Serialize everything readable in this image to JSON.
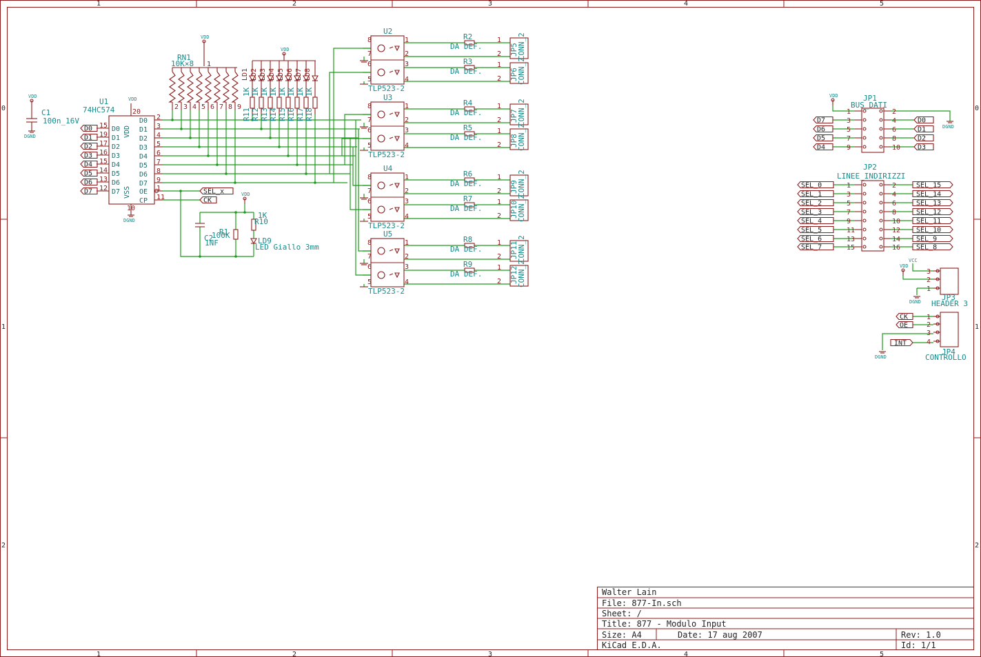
{
  "frame": {
    "cols": [
      "1",
      "2",
      "3",
      "4",
      "5"
    ],
    "rows": [
      "0",
      "1",
      "2"
    ]
  },
  "u1": {
    "ref": "U1",
    "value": "74HC574",
    "inputs": [
      "D0",
      "D1",
      "D2",
      "D3",
      "D4",
      "D5",
      "D6",
      "D7"
    ],
    "input_labels": [
      "D0",
      "D1",
      "D2",
      "D3",
      "D4",
      "D5",
      "D6",
      "D7"
    ],
    "input_pins": [
      "15",
      "19",
      "17",
      "16",
      "15",
      "14",
      "13",
      "12"
    ],
    "outputs": [
      "D0",
      "D1",
      "D2",
      "D3",
      "D4",
      "D5",
      "D6",
      "D7",
      "OE",
      "CP"
    ],
    "output_pins": [
      "2",
      "3",
      "4",
      "5",
      "6",
      "7",
      "8",
      "9",
      "1",
      "11"
    ],
    "vdd": "VDD",
    "vss": "VSS",
    "pin20": "20",
    "pin10": "10"
  },
  "c1": {
    "ref": "C1",
    "value": "100n_16V"
  },
  "rn1": {
    "ref": "RN1",
    "value": "10K×8",
    "pins": [
      "2",
      "3",
      "4",
      "5",
      "6",
      "7",
      "8",
      "9"
    ],
    "pin1": "1"
  },
  "led_resistors": {
    "refs": [
      "R11",
      "R12",
      "R13",
      "R14",
      "R15",
      "R16",
      "R17",
      "R18"
    ],
    "values": [
      "1K",
      "1K",
      "1K",
      "1K",
      "1K",
      "1K",
      "1K",
      "1K"
    ],
    "leds": [
      "LD1",
      "LD2",
      "LD3",
      "LD4",
      "LD5",
      "LD6",
      "LD7",
      "LD8"
    ]
  },
  "osc": {
    "r1": "R1",
    "r1v": "100K",
    "c2": "C2",
    "c2v": "1NF",
    "r10": "R10",
    "r10v": "1K",
    "ld9": "LD9",
    "ld9v": "LED Giallo 3mm"
  },
  "labels": {
    "sel_x": "SEL_x",
    "ck": "CK"
  },
  "power": {
    "vdd": "VDD",
    "vcc": "VCC",
    "dgnd": "DGND"
  },
  "opto": [
    {
      "ref": "U2",
      "value": "TLP523-2",
      "r_top": "R2",
      "r_bot": "R3",
      "jp_top": "JP5",
      "jp_bot": "JP6"
    },
    {
      "ref": "U3",
      "value": "TLP523-2",
      "r_top": "R4",
      "r_bot": "R5",
      "jp_top": "JP7",
      "jp_bot": "JP8"
    },
    {
      "ref": "U4",
      "value": "TLP523-2",
      "r_top": "R6",
      "r_bot": "R7",
      "jp_top": "JP9",
      "jp_bot": "JP10"
    },
    {
      "ref": "U5",
      "value": "TLP523-2",
      "r_top": "R8",
      "r_bot": "R9",
      "jp_top": "JP11",
      "jp_bot": "JP12"
    }
  ],
  "opto_common": {
    "r_value": "DA DEF.",
    "conn": "CONN_2",
    "pins": [
      "8",
      "7",
      "6",
      "5",
      "1",
      "2",
      "3",
      "4"
    ]
  },
  "jp1": {
    "ref": "JP1",
    "value": "BUS_DATI",
    "left_labels": [
      "D7",
      "D6",
      "D5",
      "D4"
    ],
    "right_labels": [
      "D0",
      "D1",
      "D2",
      "D3"
    ],
    "left_pins": [
      "1",
      "3",
      "5",
      "7",
      "9"
    ],
    "right_pins": [
      "2",
      "4",
      "6",
      "8",
      "10"
    ]
  },
  "jp2": {
    "ref": "JP2",
    "value": "LINEE_INDIRIZZI",
    "left_labels": [
      "SEL_0",
      "SEL_1",
      "SEL_2",
      "SEL_3",
      "SEL_4",
      "SEL_5",
      "SEL_6",
      "SEL_7"
    ],
    "right_labels": [
      "SEL_15",
      "SEL_14",
      "SEL_13",
      "SEL_12",
      "SEL_11",
      "SEL_10",
      "SEL_9",
      "SEL_8"
    ],
    "left_pins": [
      "1",
      "3",
      "5",
      "7",
      "9",
      "11",
      "13",
      "15"
    ],
    "right_pins": [
      "2",
      "4",
      "6",
      "8",
      "10",
      "12",
      "14",
      "16"
    ]
  },
  "jp3": {
    "ref": "JP3",
    "value": "HEADER 3",
    "pins": [
      "3",
      "2",
      "1"
    ]
  },
  "jp4": {
    "ref": "JP4",
    "value": "CONTROLLO",
    "labels": [
      "CK",
      "OE",
      "INT"
    ],
    "pins": [
      "1",
      "2",
      "3",
      "4"
    ]
  },
  "title_block": {
    "company": "Walter Lain",
    "file": "File: 877-In.sch",
    "sheet": "Sheet: /",
    "title": "Title: 877 - Modulo Input",
    "size": "Size: A4",
    "date": "Date: 17 aug 2007",
    "rev": "Rev: 1.0",
    "app": "KiCad E.D.A.",
    "id": "Id: 1/1"
  }
}
